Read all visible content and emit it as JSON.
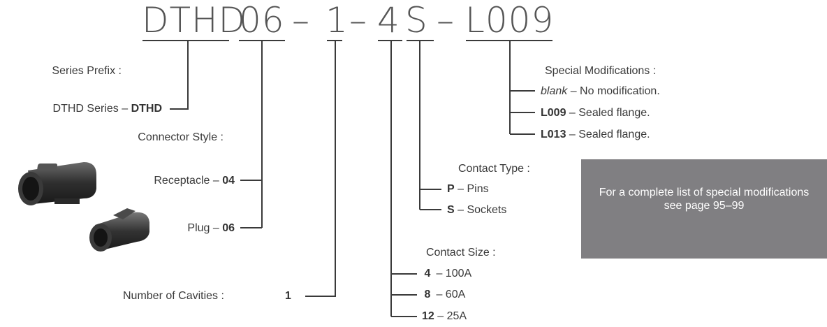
{
  "code": {
    "series": "DTHD",
    "style": "06",
    "cavities": "1",
    "size": "4",
    "type": "S",
    "mod": "L009",
    "dash": "–"
  },
  "series_prefix": {
    "title": "Series Prefix :",
    "text": "DTHD Series – ",
    "value": "DTHD"
  },
  "connector_style": {
    "title": "Connector Style :",
    "receptacle_text": "Receptacle – ",
    "receptacle_value": "04",
    "plug_text": "Plug – ",
    "plug_value": "06"
  },
  "cavities": {
    "title": "Number of Cavities :",
    "value": "1"
  },
  "contact_size": {
    "title": "Contact Size :",
    "items": [
      {
        "value": "4",
        "text": " – 100A"
      },
      {
        "value": "8",
        "text": " – 60A"
      },
      {
        "value": "12",
        "text": " – 25A"
      }
    ]
  },
  "contact_type": {
    "title": "Contact Type :",
    "items": [
      {
        "value": "P",
        "text": " – Pins"
      },
      {
        "value": "S",
        "text": " – Sockets"
      }
    ]
  },
  "special_mods": {
    "title": "Special Modifications :",
    "blank_word": "blank",
    "blank_text": " – No modification.",
    "items": [
      {
        "value": "L009",
        "text": " – Sealed flange."
      },
      {
        "value": "L013",
        "text": " – Sealed flange."
      }
    ]
  },
  "note": "For a complete list of special modifications see page 95–99",
  "colors": {
    "note_bg": "#807f82",
    "line": "#3a3a3a"
  }
}
